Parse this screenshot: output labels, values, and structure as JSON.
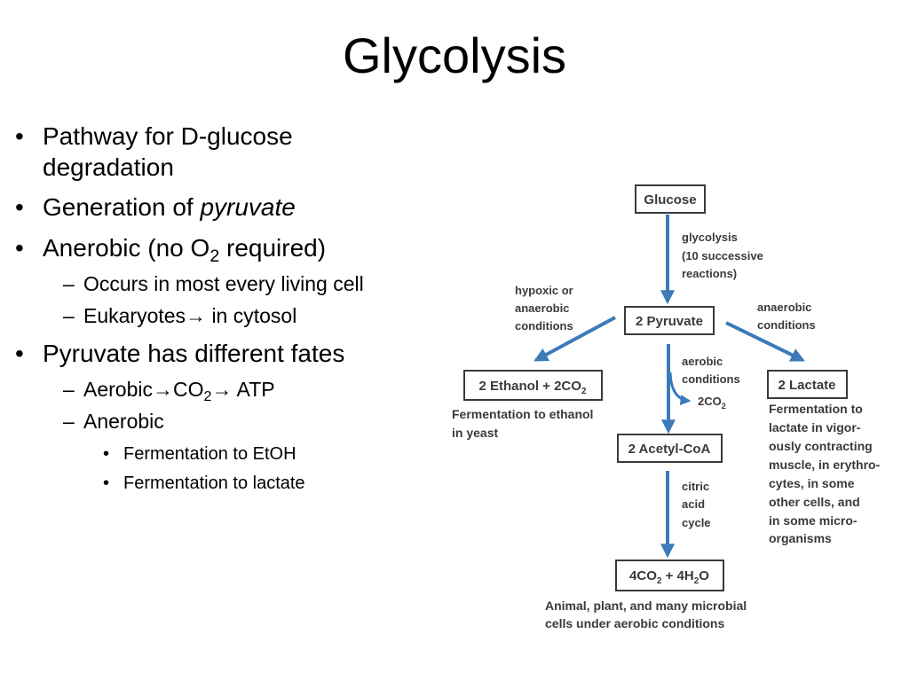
{
  "slide": {
    "title": "Glycolysis",
    "bullets": {
      "b1": "Pathway for D-glucose",
      "b1_cont": "degradation",
      "b2_prefix": "Generation of ",
      "b2_italic": "pyruvate",
      "b3_prefix": "Anerobic (no O",
      "b3_sub": "2",
      "b3_suffix": " required)",
      "s1": "Occurs in most every living cell",
      "s2": "Eukaryotes→ in cytosol",
      "b4": "Pyruvate has different fates",
      "s3_prefix": "Aerobic→CO",
      "s3_sub": "2",
      "s3_suffix": "→ ATP",
      "s4": "Anerobic",
      "t1": "Fermentation to EtOH",
      "t2": "Fermentation to lactate"
    }
  },
  "diagram": {
    "arrow_color": "#3c7ab8",
    "boxes": {
      "glucose": "Glucose",
      "pyruvate": "2 Pyruvate",
      "ethanol_prefix": "2 Ethanol + 2CO",
      "ethanol_sub": "2",
      "lactate": "2 Lactate",
      "acetyl": "2 Acetyl-CoA",
      "final_a": "4CO",
      "final_sub1": "2",
      "final_b": " + 4H",
      "final_sub2": "2",
      "final_c": "O"
    },
    "labels": {
      "glycolysis": [
        "glycolysis",
        "(10 successive",
        "reactions)"
      ],
      "hypoxic": [
        "hypoxic or",
        "anaerobic",
        "conditions"
      ],
      "anaerobic": [
        "anaerobic",
        "conditions"
      ],
      "aerobic": [
        "aerobic",
        "conditions"
      ],
      "co2_prefix": "2CO",
      "co2_sub": "2",
      "citric": [
        "citric",
        "acid",
        "cycle"
      ]
    },
    "captions": {
      "ethanol": [
        "Fermentation to ethanol",
        "in yeast"
      ],
      "lactate": [
        "Fermentation to",
        "lactate in vigor-",
        "ously contracting",
        "muscle, in erythro-",
        "cytes, in some",
        "other cells, and",
        "in some micro-",
        "organisms"
      ],
      "final": [
        "Animal, plant, and many microbial",
        "cells under aerobic conditions"
      ]
    }
  }
}
